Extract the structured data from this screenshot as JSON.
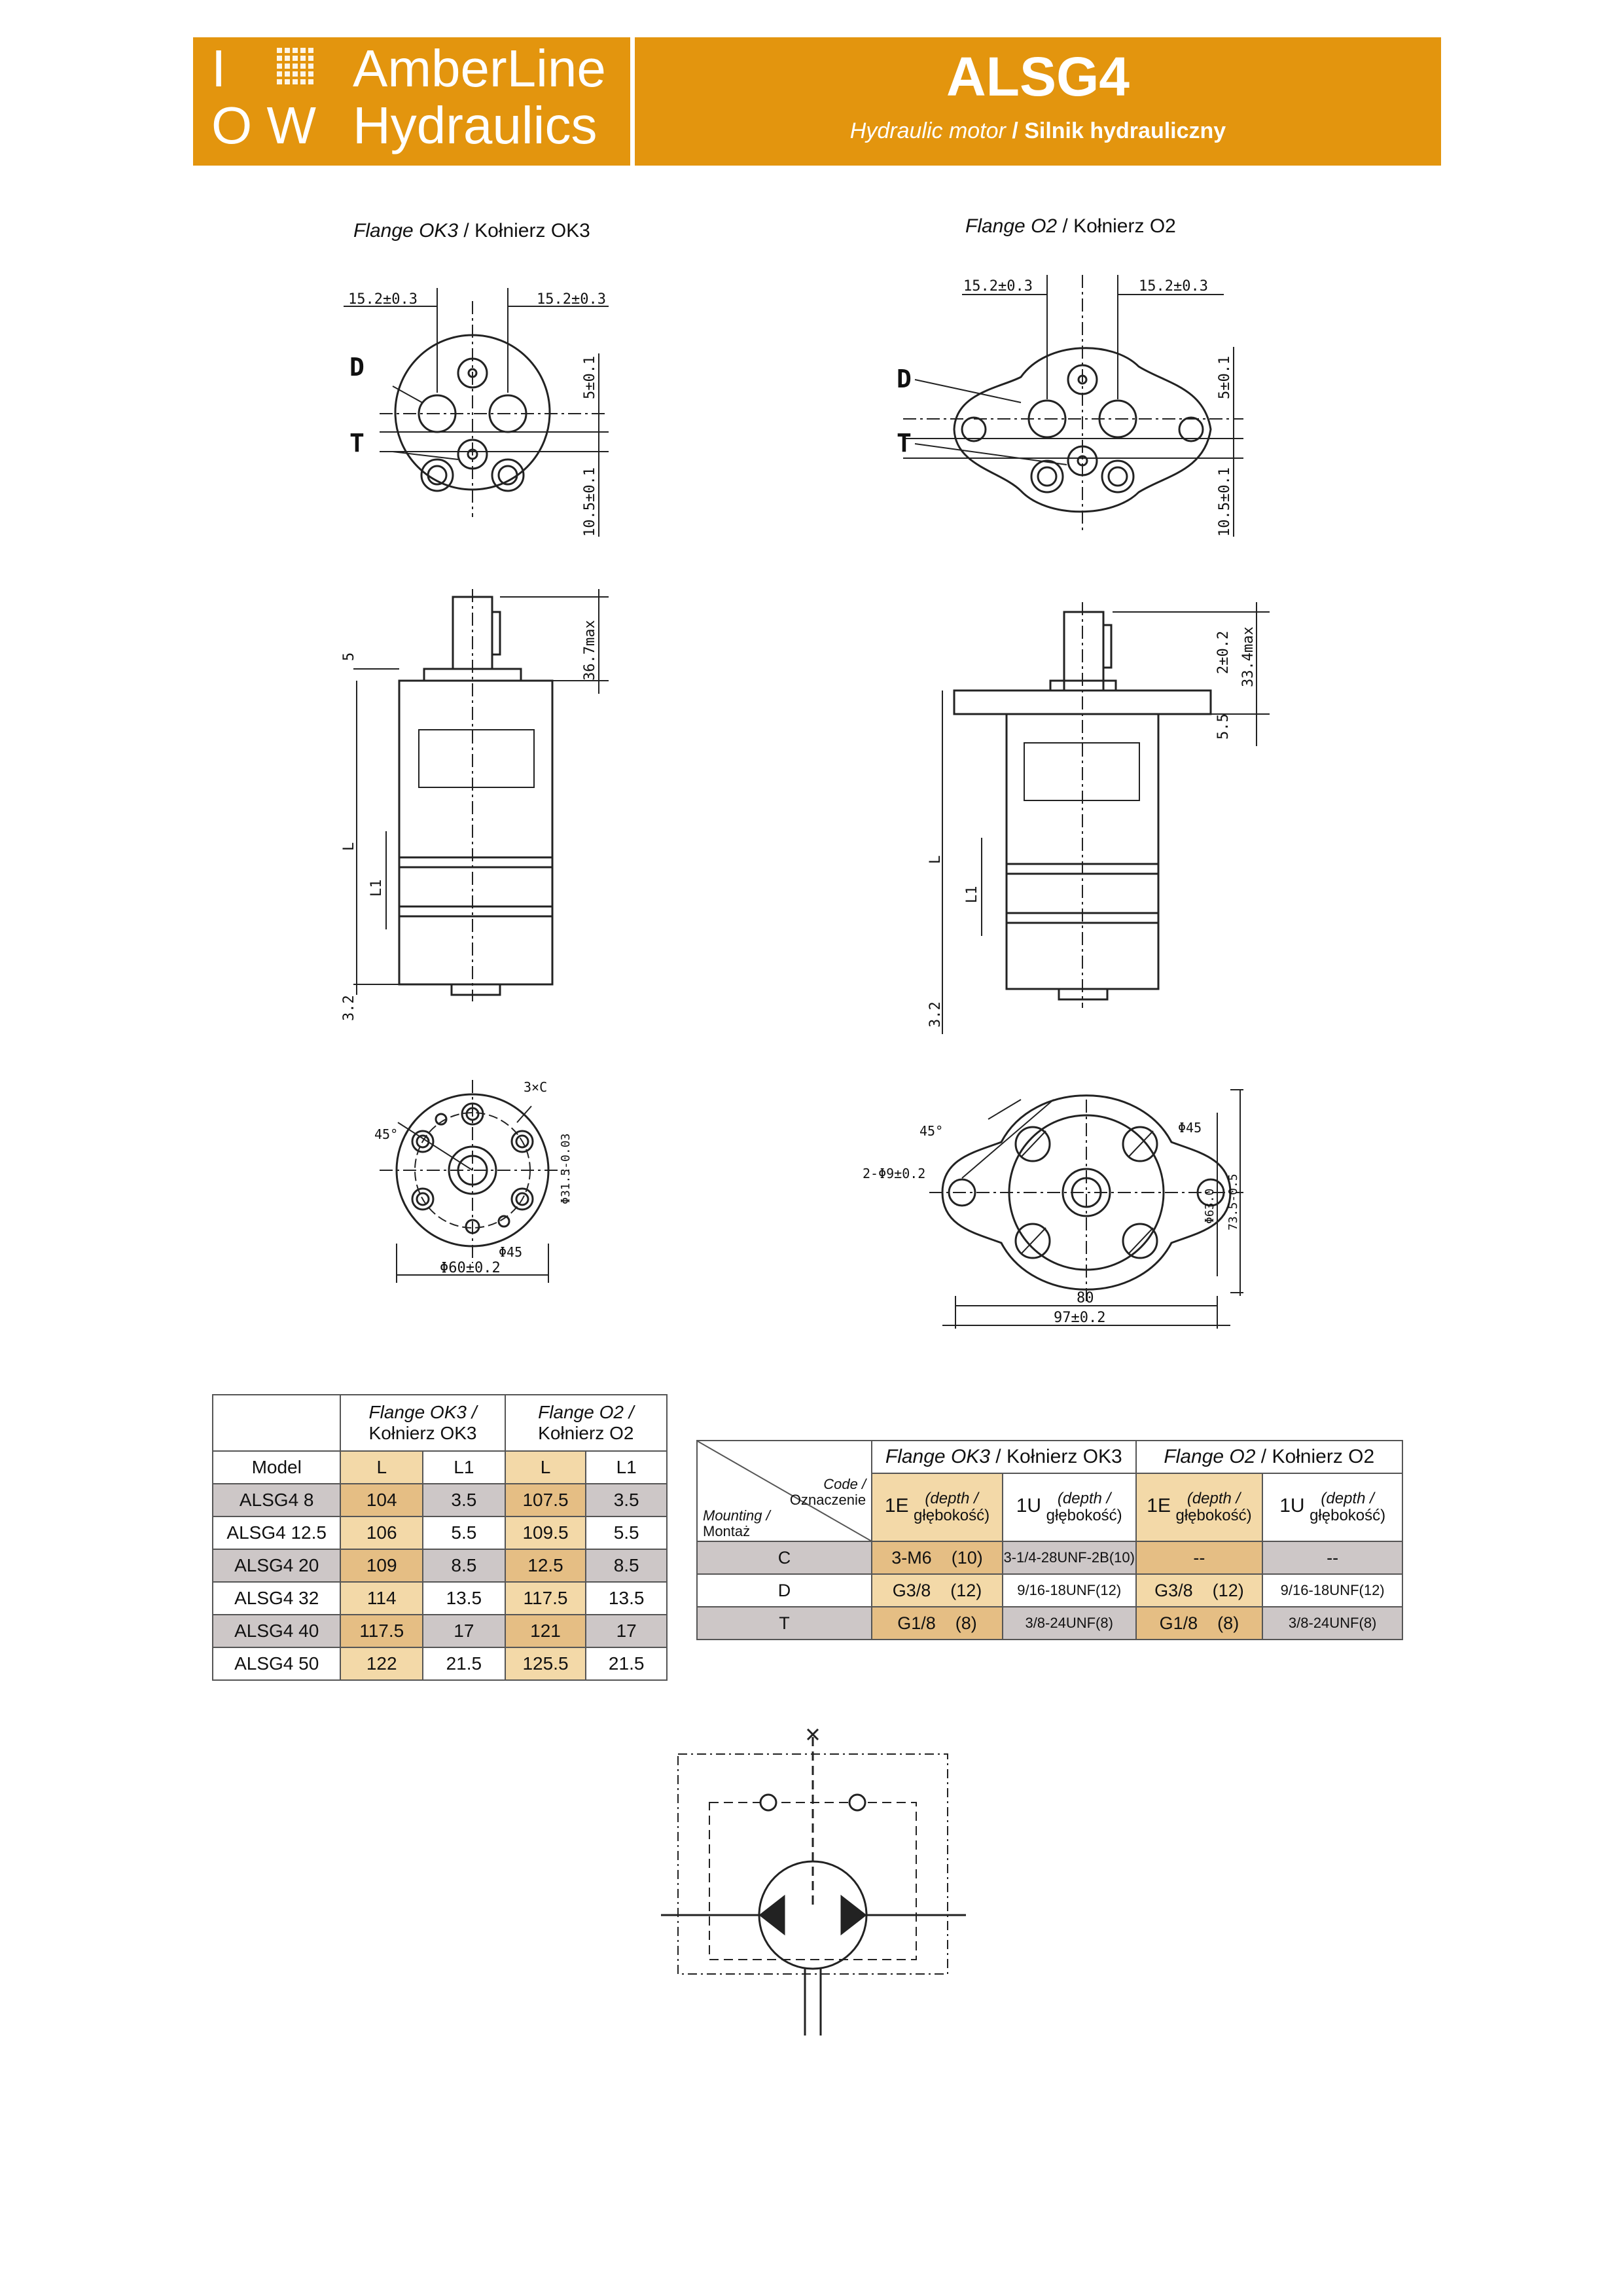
{
  "header": {
    "logo_mark_line1": "I",
    "logo_mark_line2": "O W",
    "brand_line1": "AmberLine",
    "brand_line2": "Hydraulics",
    "title": "ALSG4",
    "subtitle_en": "Hydraulic motor",
    "subtitle_sep": " / ",
    "subtitle_pl": "Silnik hydrauliczny",
    "brand_color": "#E3950E"
  },
  "drawings": {
    "left_caption_it": "Flange OK3",
    "left_caption_rest": " / Kołnierz OK3",
    "right_caption_it": "Flange O2",
    "right_caption_rest": " / Kołnierz O2",
    "dims": {
      "d152": "15.2±0.3",
      "d5": "5±0.1",
      "d105": "10.5±0.1",
      "port_d": "D",
      "port_t": "T",
      "d367": "36.7max",
      "d334": "33.4max",
      "d5s": "5",
      "d55": "5.5",
      "d2": "2±0.2",
      "dL": "L",
      "dL1": "L1",
      "d32": "3.2",
      "d3xc": "3×C",
      "d45deg": "45°",
      "d315": "Φ31.5-0.03",
      "d45": "Φ45",
      "d60": "Φ60±0.2",
      "d2x9": "2-Φ9±0.2",
      "d63": "Φ63.0",
      "d735": "73.5-0.5",
      "d80": "80",
      "d97": "97±0.2"
    }
  },
  "table_lengths": {
    "group1_it": "Flange OK3 /",
    "group1_rest": "Kołnierz OK3",
    "group2_it": "Flange O2 /",
    "group2_rest": "Kołnierz O2",
    "col_model": "Model",
    "col_L": "L",
    "col_L1": "L1",
    "rows": [
      {
        "model": "ALSG4 8",
        "ok3_L": "104",
        "ok3_L1": "3.5",
        "o2_L": "107.5",
        "o2_L1": "3.5"
      },
      {
        "model": "ALSG4 12.5",
        "ok3_L": "106",
        "ok3_L1": "5.5",
        "o2_L": "109.5",
        "o2_L1": "5.5"
      },
      {
        "model": "ALSG4 20",
        "ok3_L": "109",
        "ok3_L1": "8.5",
        "o2_L": "12.5",
        "o2_L1": "8.5"
      },
      {
        "model": "ALSG4 32",
        "ok3_L": "114",
        "ok3_L1": "13.5",
        "o2_L": "117.5",
        "o2_L1": "13.5"
      },
      {
        "model": "ALSG4 40",
        "ok3_L": "117.5",
        "ok3_L1": "17",
        "o2_L": "121",
        "o2_L1": "17"
      },
      {
        "model": "ALSG4 50",
        "ok3_L": "122",
        "ok3_L1": "21.5",
        "o2_L": "125.5",
        "o2_L1": "21.5"
      }
    ]
  },
  "table_ports": {
    "group1_it": "Flange OK3",
    "group1_rest": " / Kołnierz OK3",
    "group2_it": "Flange O2",
    "group2_rest": " / Kołnierz O2",
    "corner_code": "Code /",
    "corner_code2": "Oznaczenie",
    "corner_mount": "Mounting /",
    "corner_mount2": "Montaż",
    "sub_1e": "1E",
    "sub_1u": "1U",
    "sub_depth_it": "(depth /",
    "sub_depth_rest": "głębokość)",
    "rows": [
      {
        "code": "C",
        "ok3_1e": "3-M6    (10)",
        "ok3_1u": "3-1/4-28UNF-2B(10)",
        "o2_1e": "--",
        "o2_1u": "--"
      },
      {
        "code": "D",
        "ok3_1e": "G3/8    (12)",
        "ok3_1u": "9/16-18UNF(12)",
        "o2_1e": "G3/8    (12)",
        "o2_1u": "9/16-18UNF(12)"
      },
      {
        "code": "T",
        "ok3_1e": "G1/8    (8)",
        "ok3_1u": "3/8-24UNF(8)",
        "o2_1e": "G1/8    (8)",
        "o2_1u": "3/8-24UNF(8)"
      }
    ]
  }
}
